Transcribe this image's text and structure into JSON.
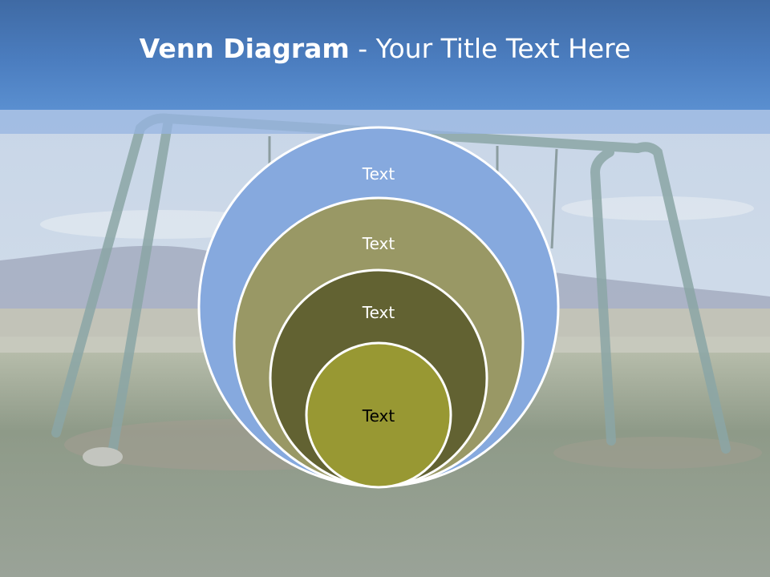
{
  "slide": {
    "title_bold": "Venn Diagram",
    "title_rest": " - Your Title Text Here"
  },
  "venn": {
    "rings": [
      {
        "label": "Text",
        "fill": "#86a9de",
        "text_color": "#ffffff"
      },
      {
        "label": "Text",
        "fill": "#999865",
        "text_color": "#ffffff"
      },
      {
        "label": "Text",
        "fill": "#626232",
        "text_color": "#ffffff"
      },
      {
        "label": "Text",
        "fill": "#989833",
        "text_color": "#000000"
      }
    ]
  },
  "colors": {
    "header": "#4b7dbf",
    "ring_border": "#ffffff"
  }
}
